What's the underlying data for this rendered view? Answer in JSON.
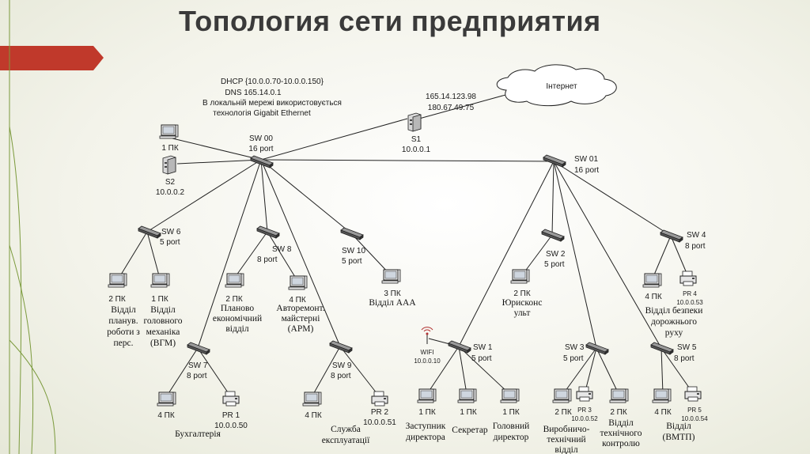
{
  "title": "Топология сети предприятия",
  "info_block": {
    "dhcp": "DHCP {10.0.0.70-10.0.0.150}",
    "dns": "DNS 165.14.0.1",
    "local_note_1": "В локальній мережі використовується",
    "local_note_2": "технологія Gigabit Ethernet"
  },
  "cloud": {
    "label": "Інтернет"
  },
  "external_ips": [
    "165.14.123.98",
    "180.67.49.75"
  ],
  "servers": [
    {
      "id": "s1",
      "name": "S1",
      "ip": "10.0.0.1"
    },
    {
      "id": "s2",
      "name": "S2",
      "ip": "10.0.0.2"
    }
  ],
  "top_pc": {
    "label": "1 ПК"
  },
  "switches": [
    {
      "id": "sw00",
      "name": "SW 00",
      "ports": "16 port"
    },
    {
      "id": "sw01",
      "name": "SW 01",
      "ports": "16 port"
    },
    {
      "id": "sw6",
      "name": "SW 6",
      "ports": "5 port"
    },
    {
      "id": "sw8",
      "name": "SW 8",
      "ports": "8 port"
    },
    {
      "id": "sw10",
      "name": "SW 10",
      "ports": "5 port"
    },
    {
      "id": "sw7",
      "name": "SW 7",
      "ports": "8 port"
    },
    {
      "id": "sw9",
      "name": "SW 9",
      "ports": "8 port"
    },
    {
      "id": "sw2",
      "name": "SW 2",
      "ports": "5 port"
    },
    {
      "id": "sw4",
      "name": "SW 4",
      "ports": "8 port"
    },
    {
      "id": "sw1",
      "name": "SW 1",
      "ports": "5 port"
    },
    {
      "id": "sw3",
      "name": "SW 3",
      "ports": "5 port"
    },
    {
      "id": "sw5",
      "name": "SW 5",
      "ports": "8 port"
    }
  ],
  "wifi": {
    "label": "WIFI",
    "ip": "10.0.0.10"
  },
  "pcs": [
    {
      "id": "pc_planning",
      "count": "2 ПК",
      "dept": [
        "Відділ",
        "планув.",
        "роботи з",
        "перс."
      ]
    },
    {
      "id": "pc_mechanic",
      "count": "1 ПК",
      "dept": [
        "Відділ",
        "головного",
        "механіка",
        "(ВГМ)"
      ]
    },
    {
      "id": "pc_economic",
      "count": "2 ПК",
      "dept": [
        "Планово",
        "економічний",
        "відділ"
      ]
    },
    {
      "id": "pc_autorepair",
      "count": "4 ПК",
      "dept": [
        "Авторемонт.",
        "майстерні",
        "(АРМ)"
      ]
    },
    {
      "id": "pc_aaa",
      "count": "3 ПК",
      "dept": [
        "Відділ ААА"
      ]
    },
    {
      "id": "pc_lawyer",
      "count": "2 ПК",
      "dept": [
        "Юрисконс",
        "ульт"
      ]
    },
    {
      "id": "pc_traffic",
      "count": "4 ПК",
      "dept": []
    },
    {
      "id": "pc_accounting",
      "count": "4 ПК",
      "dept": []
    },
    {
      "id": "pc_service",
      "count": "4 ПК",
      "dept": []
    },
    {
      "id": "pc_deputy",
      "count": "1 ПК",
      "dept": [
        "Заступник",
        "директора"
      ]
    },
    {
      "id": "pc_secretary",
      "count": "1 ПК",
      "dept": [
        "Секретар"
      ]
    },
    {
      "id": "pc_director",
      "count": "1 ПК",
      "dept": [
        "Головний",
        "директор"
      ]
    },
    {
      "id": "pc_production",
      "count": "2 ПК",
      "dept": [
        "Виробничо-",
        "технічний",
        "відділ"
      ]
    },
    {
      "id": "pc_quality",
      "count": "2 ПК",
      "dept": [
        "Відділ",
        "технічного",
        "контролю"
      ]
    },
    {
      "id": "pc_vmtp",
      "count": "4 ПК",
      "dept": [
        "Відділ",
        "(ВМТП)"
      ]
    }
  ],
  "printers": [
    {
      "id": "pr1",
      "name": "PR 1",
      "ip": "10.0.0.50"
    },
    {
      "id": "pr2",
      "name": "PR 2",
      "ip": "10.0.0.51"
    },
    {
      "id": "pr3",
      "name": "PR 3",
      "ip": "10.0.0.52"
    },
    {
      "id": "pr4",
      "name": "PR 4",
      "ip": "10.0.0.53"
    },
    {
      "id": "pr5",
      "name": "PR 5",
      "ip": "10.0.0.54"
    }
  ],
  "group_labels": {
    "traffic": [
      "Відділ безпеки",
      "дорожнього",
      "руху"
    ],
    "accounting": "Бухгалтерія",
    "service": [
      "Служба",
      "експлуатації"
    ]
  },
  "colors": {
    "accent_arrow": "#c0392b",
    "deco_line": "#7b9a3c",
    "title": "#3a3a3a"
  }
}
